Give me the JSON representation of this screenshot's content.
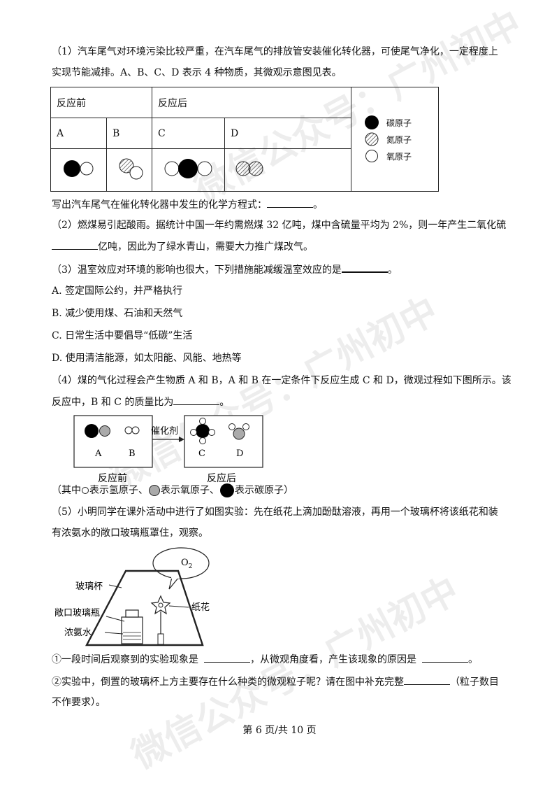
{
  "q1": {
    "line1": "（1）汽车尾气对环境污染比较严重，在汽车尾气的排放管安装催化转化器，可使尾气净化，一定程度上",
    "line2": "实现节能减排。A、B、C、D 表示 4 种物质，其微观示意图见表。",
    "table": {
      "before": "反应前",
      "after": "反应后",
      "labels": [
        "A",
        "B",
        "C",
        "D"
      ],
      "legend": [
        {
          "label": "碳原子",
          "fill": "#000000"
        },
        {
          "label": "氮原子",
          "fill": "hatched"
        },
        {
          "label": "氧原子",
          "fill": "#ffffff"
        }
      ]
    },
    "prompt": "写出汽车尾气在催化转化器中发生的化学方程式：",
    "prompt_end": "。"
  },
  "q2": {
    "line1": "（2）燃煤易引起酸雨。据统计中国一年约需燃煤 32 亿吨，煤中含硫量平均为 2%，则一年产生二氧化硫",
    "line2": "亿吨，因此为了绿水青山，需要大力推广煤改气。"
  },
  "q3": {
    "stem": "（3）温室效应对环境的影响也很大，下列措施能减缓温室效应的是",
    "stem_end": "。",
    "options": [
      "A. 签定国际公约，并严格执行",
      "B. 减少使用煤、石油和天然气",
      "C. 日常生活中要倡导“低碳”生活",
      "D. 使用清洁能源，如太阳能、风能、地热等"
    ]
  },
  "q4": {
    "line1": "（4）煤的气化过程会产生物质 A 和 B，A 和 B 在一定条件下反应生成 C 和 D，微观过程如下图所示。该",
    "line2": "反应中，B 和 C 的质量比为",
    "line2_end": "。",
    "diagram": {
      "catalyst": "催化剂",
      "labels": [
        "A",
        "B",
        "C",
        "D"
      ],
      "before": "反应前",
      "after": "反应后"
    },
    "legend_parts": [
      "（其中",
      "表示氢原子、",
      "表示氧原子、",
      "表示碳原子）"
    ]
  },
  "q5": {
    "line1": "（5）小明同学在课外活动中进行了如图实验：先在纸花上滴加酚酞溶液，再用一个玻璃杯将该纸花和装",
    "line2": "有浓氨水的敞口玻璃瓶罩住，观察。",
    "diagram": {
      "o2": "O",
      "o2_sub": "2",
      "glass_cup": "玻璃杯",
      "open_bottle": "敞口玻璃瓶",
      "ammonia": "浓氨水",
      "paper_flower": "纸花"
    },
    "sub1_a": "①一段时间后观察到的实验现象是",
    "sub1_b": "，从微观角度看，产生该现象的原因是",
    "sub1_end": "。",
    "sub2_a": "②实验中，倒置的玻璃杯上方主要存在什么种类的微观粒子呢？请在图中补充完整",
    "sub2_b": "（粒子数目",
    "sub2_line2": "不作要求）。"
  },
  "footer": "第 6 页/共 10 页",
  "watermark": "微信公众号：广州初中"
}
